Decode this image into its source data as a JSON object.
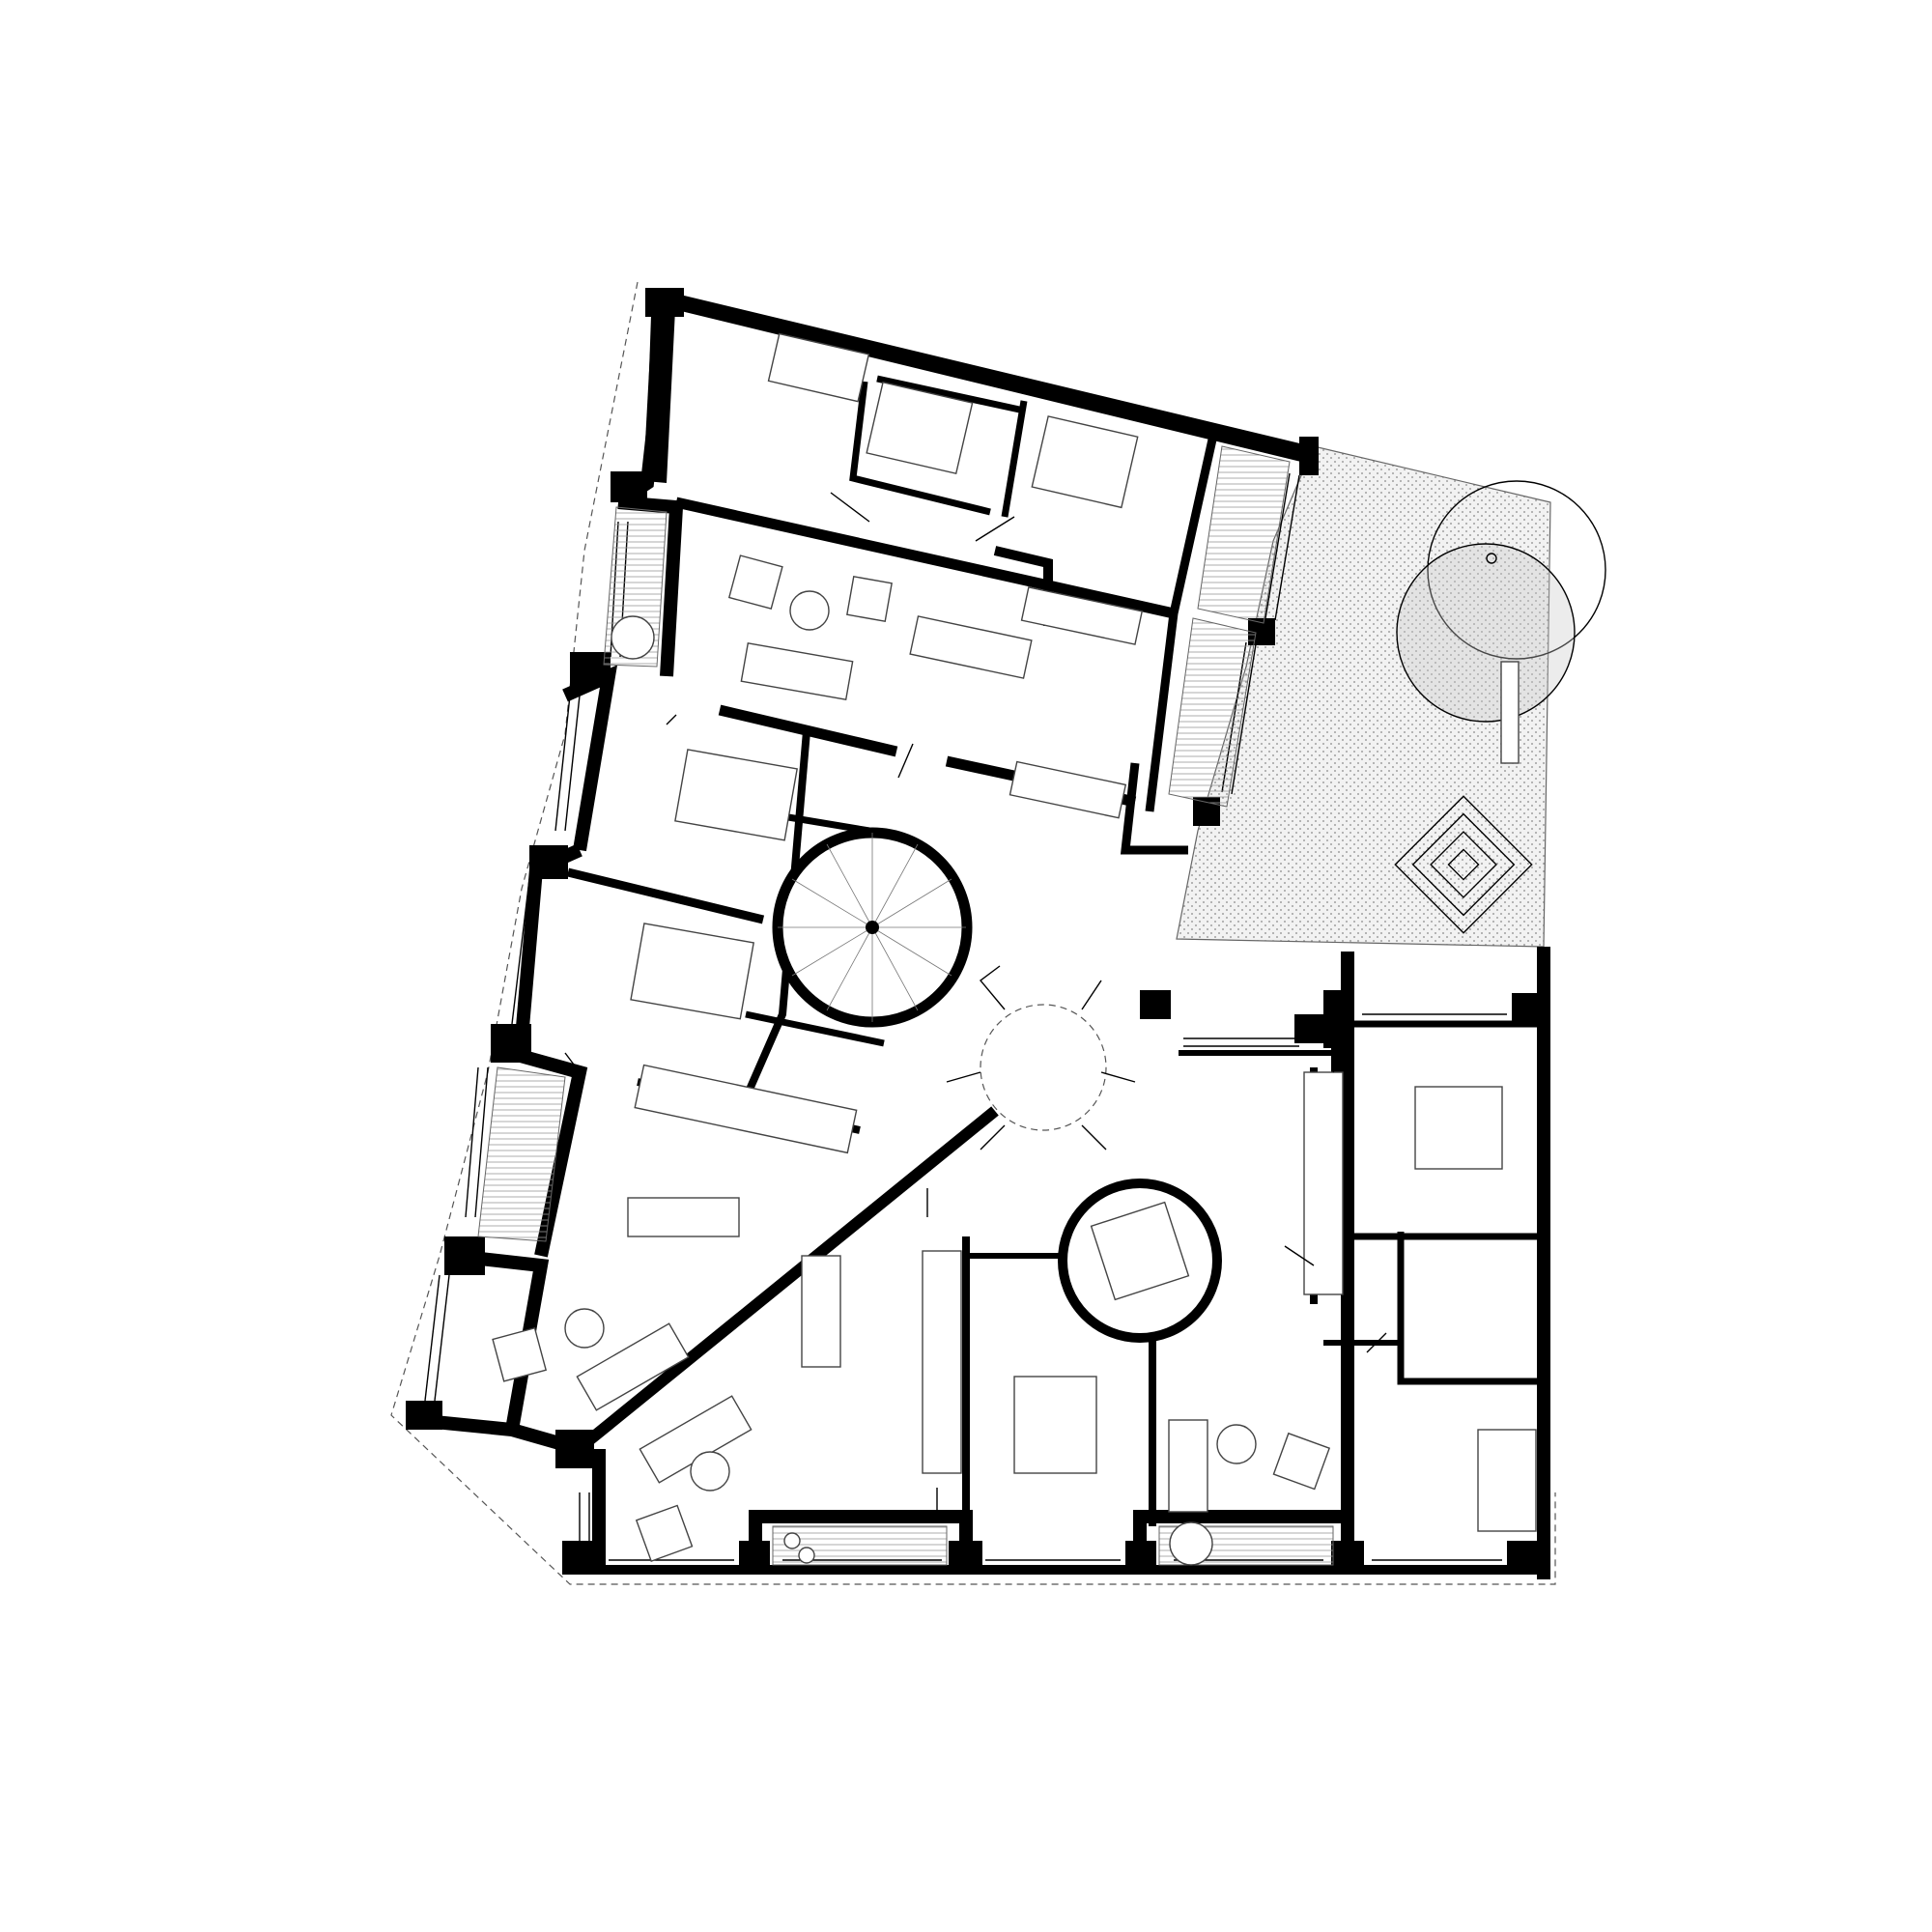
{
  "drawing": {
    "kind": "architectural floor plan",
    "colors": {
      "walls": "#000000",
      "lines": "#444444",
      "background": "#ffffff",
      "terrace_fill": "#dddddd"
    },
    "rooms": [
      {
        "id": "bedroom-north-1",
        "type": "bedroom"
      },
      {
        "id": "bedroom-north-2",
        "type": "bedroom"
      },
      {
        "id": "bedroom-north-3",
        "type": "bedroom"
      },
      {
        "id": "living-north",
        "type": "living-dining"
      },
      {
        "id": "bedroom-west-1",
        "type": "bedroom"
      },
      {
        "id": "bedroom-west-2",
        "type": "bedroom"
      },
      {
        "id": "bath-west",
        "type": "bathroom"
      },
      {
        "id": "dining-west",
        "type": "dining"
      },
      {
        "id": "living-southwest",
        "type": "living"
      },
      {
        "id": "living-south",
        "type": "living-dining"
      },
      {
        "id": "bedroom-south-1",
        "type": "bedroom"
      },
      {
        "id": "bath-south",
        "type": "bathroom"
      },
      {
        "id": "living-southeast",
        "type": "living"
      },
      {
        "id": "bedroom-east-1",
        "type": "bedroom"
      },
      {
        "id": "bedroom-east-2",
        "type": "bedroom"
      },
      {
        "id": "bath-east",
        "type": "bathroom"
      },
      {
        "id": "stair-core",
        "type": "spiral staircase"
      },
      {
        "id": "lift-core",
        "type": "circular hall"
      },
      {
        "id": "roof-terrace",
        "type": "terrace"
      }
    ],
    "icons": [
      "bed-icon",
      "sofa-icon",
      "armchair-icon",
      "dining-table-icon",
      "spiral-stair-icon",
      "tree-icon",
      "planter-icon",
      "door-swing-icon"
    ]
  }
}
